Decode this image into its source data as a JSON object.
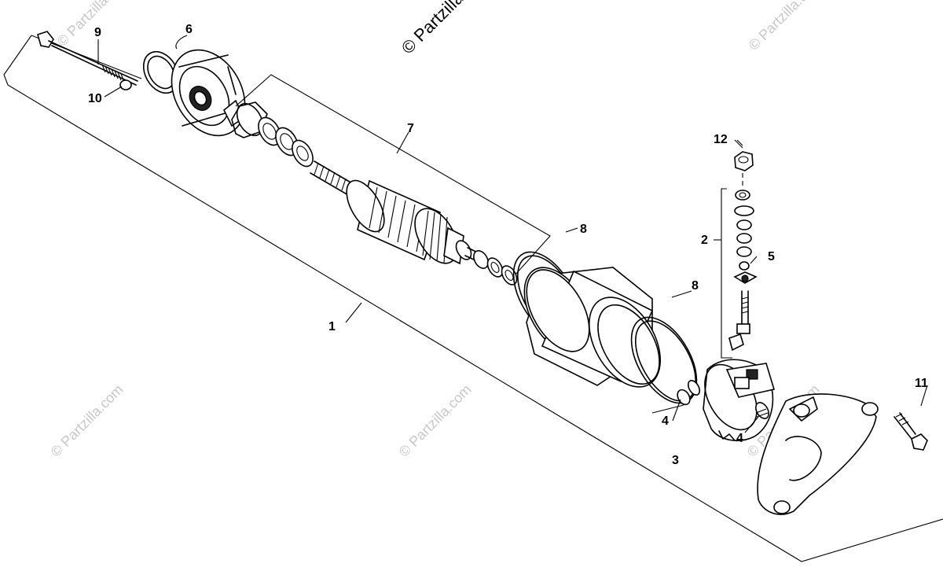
{
  "watermarks": [
    {
      "id": "wm-main",
      "text": "© Partzilla.com"
    },
    {
      "id": "wm-tr",
      "text": "© Partzilla.com"
    },
    {
      "id": "wm-left",
      "text": "© Partzilla.com"
    },
    {
      "id": "wm-mid",
      "text": "© Partzilla.com"
    },
    {
      "id": "wm-right",
      "text": "© Partzilla.com"
    },
    {
      "id": "wm-tl",
      "text": "© Partzilla.com"
    }
  ],
  "callouts": {
    "c1": "1",
    "c2": "2",
    "c3": "3",
    "c4a": "4",
    "c4b": "4",
    "c5": "5",
    "c6": "6",
    "c7": "7",
    "c8a": "8",
    "c8b": "8",
    "c9": "9",
    "c10": "10",
    "c11": "11",
    "c12": "12"
  },
  "colors": {
    "line": "#000000",
    "background": "#ffffff",
    "watermark": "#c8c8c8"
  }
}
